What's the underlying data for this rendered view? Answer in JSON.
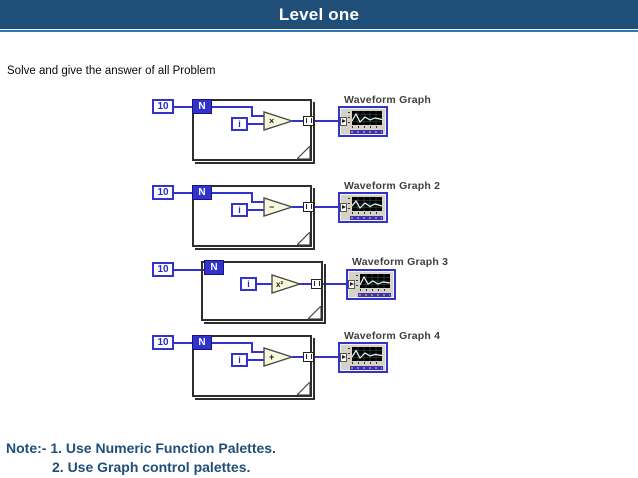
{
  "header": {
    "title": "Level one"
  },
  "intro_text": "Solve and give the answer of all Problem",
  "diagrams": [
    {
      "count_value": "10",
      "count_terminal": "N",
      "iteration_terminal": "i",
      "operator": "×",
      "graph_label": "Waveform Graph"
    },
    {
      "count_value": "10",
      "count_terminal": "N",
      "iteration_terminal": "i",
      "operator": "−",
      "graph_label": "Waveform Graph 2"
    },
    {
      "count_value": "10",
      "count_terminal": "N",
      "iteration_terminal": "i",
      "operator": "x²",
      "graph_label": "Waveform Graph 3"
    },
    {
      "count_value": "10",
      "count_terminal": "N",
      "iteration_terminal": "i",
      "operator": "+",
      "graph_label": "Waveform Graph 4"
    }
  ],
  "note": {
    "line1": "Note:- 1. Use Numeric Function Palettes.",
    "line2": "2. Use Graph control palettes."
  },
  "colors": {
    "header_bg": "#1f4e79",
    "header_underline": "#2e75b6",
    "wire_blue": "#3232cc",
    "note_text": "#1f4e79",
    "operator_fill": "#f8f8dc"
  }
}
